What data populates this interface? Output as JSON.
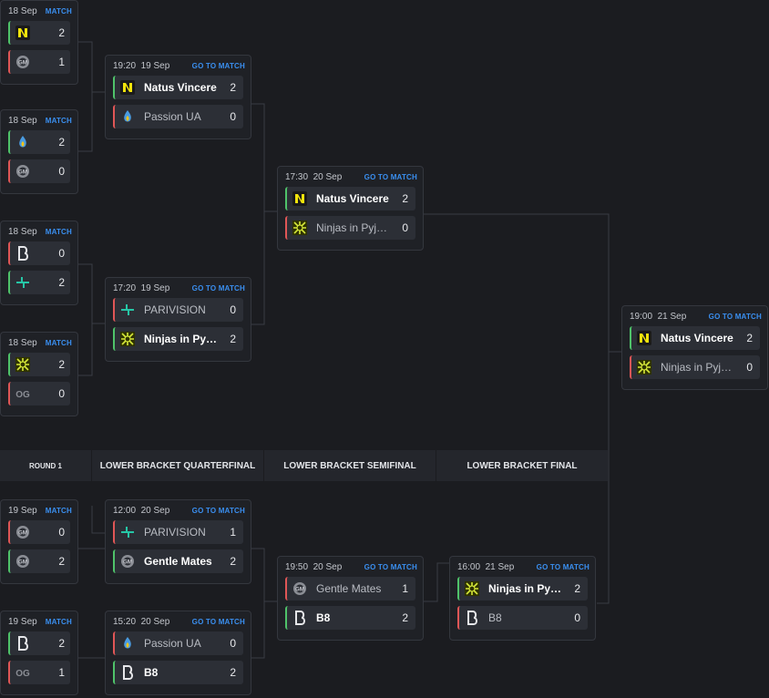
{
  "colors": {
    "accent": "#3a8ff0",
    "win": "#4fc36a",
    "loss": "#e05656",
    "bg": "#1b1c20",
    "card": "#1f2126",
    "row": "#2c2f36"
  },
  "round_headers": [
    "ROUND 1",
    "LOWER BRACKET QUARTERFINAL",
    "LOWER BRACKET SEMIFINAL",
    "LOWER BRACKET FINAL"
  ],
  "upper": {
    "r1": [
      {
        "date": "18 Sep",
        "link": "MATCH",
        "teams": [
          {
            "logo": "navi-logo-icon",
            "score": "2",
            "result": "win"
          },
          {
            "logo": "gentle-mates-logo-icon",
            "score": "1",
            "result": "loss"
          }
        ]
      },
      {
        "date": "18 Sep",
        "link": "MATCH",
        "teams": [
          {
            "logo": "passion-ua-logo-icon",
            "score": "2",
            "result": "win"
          },
          {
            "logo": "gentle-mates-logo-icon",
            "score": "0",
            "result": "loss"
          }
        ]
      },
      {
        "date": "18 Sep",
        "link": "MATCH",
        "teams": [
          {
            "logo": "b8-logo-icon",
            "score": "0",
            "result": "loss"
          },
          {
            "logo": "parivision-logo-icon",
            "score": "2",
            "result": "win"
          }
        ]
      },
      {
        "date": "18 Sep",
        "link": "MATCH",
        "teams": [
          {
            "logo": "nip-logo-icon",
            "score": "2",
            "result": "win"
          },
          {
            "logo": "og-logo-icon",
            "score": "0",
            "result": "loss"
          }
        ]
      }
    ],
    "qf": [
      {
        "time": "19:20",
        "date": "19 Sep",
        "link": "GO TO MATCH",
        "teams": [
          {
            "name": "Natus Vincere",
            "logo": "navi-logo-icon",
            "score": "2",
            "result": "win"
          },
          {
            "name": "Passion UA",
            "logo": "passion-ua-logo-icon",
            "score": "0",
            "result": "loss"
          }
        ]
      },
      {
        "time": "17:20",
        "date": "19 Sep",
        "link": "GO TO MATCH",
        "teams": [
          {
            "name": "PARIVISION",
            "logo": "parivision-logo-icon",
            "score": "0",
            "result": "loss"
          },
          {
            "name": "Ninjas in Pyjamas",
            "logo": "nip-logo-icon",
            "score": "2",
            "result": "win"
          }
        ]
      }
    ],
    "sf": {
      "time": "17:30",
      "date": "20 Sep",
      "link": "GO TO MATCH",
      "teams": [
        {
          "name": "Natus Vincere",
          "logo": "navi-logo-icon",
          "score": "2",
          "result": "win"
        },
        {
          "name": "Ninjas in Pyjamas",
          "logo": "nip-logo-icon",
          "score": "0",
          "result": "loss"
        }
      ]
    },
    "final": {
      "time": "19:00",
      "date": "21 Sep",
      "link": "GO TO MATCH",
      "teams": [
        {
          "name": "Natus Vincere",
          "logo": "navi-logo-icon",
          "score": "2",
          "result": "win"
        },
        {
          "name": "Ninjas in Pyjamas",
          "logo": "nip-logo-icon",
          "score": "0",
          "result": "loss"
        }
      ]
    }
  },
  "lower": {
    "r1": [
      {
        "date": "19 Sep",
        "link": "MATCH",
        "teams": [
          {
            "logo": "gentle-mates-logo-icon",
            "score": "0",
            "result": "loss"
          },
          {
            "logo": "gentle-mates-logo-icon",
            "score": "2",
            "result": "win"
          }
        ]
      },
      {
        "date": "19 Sep",
        "link": "MATCH",
        "teams": [
          {
            "logo": "b8-logo-icon",
            "score": "2",
            "result": "win"
          },
          {
            "logo": "og-logo-icon",
            "score": "1",
            "result": "loss"
          }
        ]
      }
    ],
    "qf": [
      {
        "time": "12:00",
        "date": "20 Sep",
        "link": "GO TO MATCH",
        "teams": [
          {
            "name": "PARIVISION",
            "logo": "parivision-logo-icon",
            "score": "1",
            "result": "loss"
          },
          {
            "name": "Gentle Mates",
            "logo": "gentle-mates-logo-icon",
            "score": "2",
            "result": "win"
          }
        ]
      },
      {
        "time": "15:20",
        "date": "20 Sep",
        "link": "GO TO MATCH",
        "teams": [
          {
            "name": "Passion UA",
            "logo": "passion-ua-logo-icon",
            "score": "0",
            "result": "loss"
          },
          {
            "name": "B8",
            "logo": "b8-logo-icon",
            "score": "2",
            "result": "win"
          }
        ]
      }
    ],
    "sf": {
      "time": "19:50",
      "date": "20 Sep",
      "link": "GO TO MATCH",
      "teams": [
        {
          "name": "Gentle Mates",
          "logo": "gentle-mates-logo-icon",
          "score": "1",
          "result": "loss"
        },
        {
          "name": "B8",
          "logo": "b8-logo-icon",
          "score": "2",
          "result": "win"
        }
      ]
    },
    "final": {
      "time": "16:00",
      "date": "21 Sep",
      "link": "GO TO MATCH",
      "teams": [
        {
          "name": "Ninjas in Pyjamas",
          "logo": "nip-logo-icon",
          "score": "2",
          "result": "win"
        },
        {
          "name": "B8",
          "logo": "b8-logo-icon",
          "score": "0",
          "result": "loss"
        }
      ]
    }
  }
}
